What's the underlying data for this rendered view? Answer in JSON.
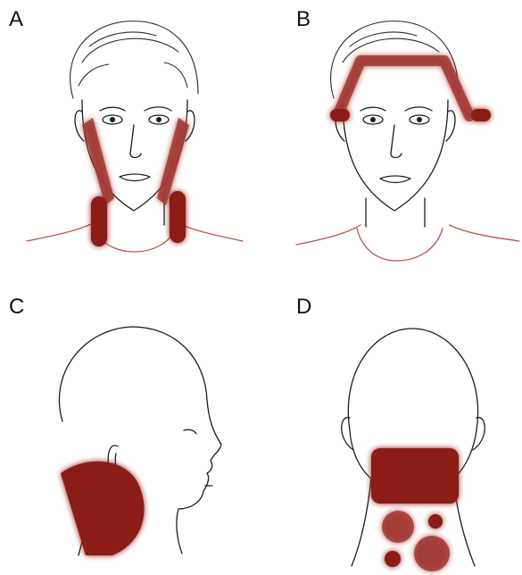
{
  "panels": [
    {
      "id": "A",
      "label": "A",
      "view": "front-face",
      "pain_zone": "jaw-and-neck-sides"
    },
    {
      "id": "B",
      "label": "B",
      "view": "front-face",
      "pain_zone": "forehead-band"
    },
    {
      "id": "C",
      "label": "C",
      "view": "side-profile",
      "pain_zone": "back-of-head-occipital"
    },
    {
      "id": "D",
      "label": "D",
      "view": "back-of-head",
      "pain_zone": "neck-back-blocks"
    }
  ],
  "colors": {
    "pain": "#8b1a14",
    "pain_glow": "#c86060",
    "shirt_line": "#c25050",
    "line_art": "#1d1d1d",
    "background": "#ffffff"
  }
}
